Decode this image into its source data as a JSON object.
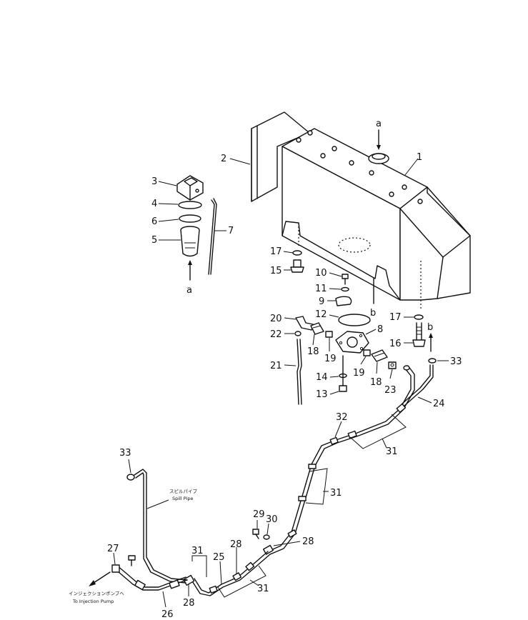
{
  "callouts": {
    "c1": "1",
    "c2": "2",
    "c3": "3",
    "c4": "4",
    "c5": "5",
    "c6": "6",
    "c7": "7",
    "c8": "8",
    "c9": "9",
    "c10": "10",
    "c11": "11",
    "c12": "12",
    "c13": "13",
    "c14": "14",
    "c15": "15",
    "c16": "16",
    "c17a": "17",
    "c17b": "17",
    "c18a": "18",
    "c18b": "18",
    "c19a": "19",
    "c19b": "19",
    "c20": "20",
    "c21": "21",
    "c22": "22",
    "c23": "23",
    "c24": "24",
    "c25": "25",
    "c26": "26",
    "c27": "27",
    "c28a": "28",
    "c28b": "28",
    "c28c": "28",
    "c29": "29",
    "c30": "30",
    "c31a": "31",
    "c31b": "31",
    "c31c": "31",
    "c31d": "31",
    "c32": "32",
    "c33a": "33",
    "c33b": "33"
  },
  "refs": {
    "a_top": "a",
    "a_bottom": "a",
    "b_tank": "b",
    "b_bolt": "b"
  },
  "notes": {
    "spill_jp": "スピルパイプ",
    "spill_en": "Spill Pipe",
    "inject_jp": "インジェクションポンプへ",
    "inject_en": "To Injection Pump"
  }
}
